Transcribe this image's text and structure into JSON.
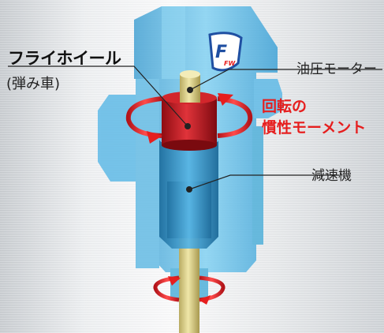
{
  "labels": {
    "flywheel": "フライホイール",
    "flywheel_sub": "(弾み車)",
    "hydraulic_motor": "油圧モーター",
    "inertia_line1": "回転の",
    "inertia_line2": "慣性モーメント",
    "reducer": "減速機"
  },
  "logo": {
    "letter": "F",
    "sub": "FW"
  },
  "colors": {
    "housing": "#5ab8e6",
    "flywheel": "#c0151c",
    "arrow": "#e61e1e",
    "motor": "#dfd17a",
    "reducer": "#2f8fc7",
    "leader_line": "#222222"
  }
}
